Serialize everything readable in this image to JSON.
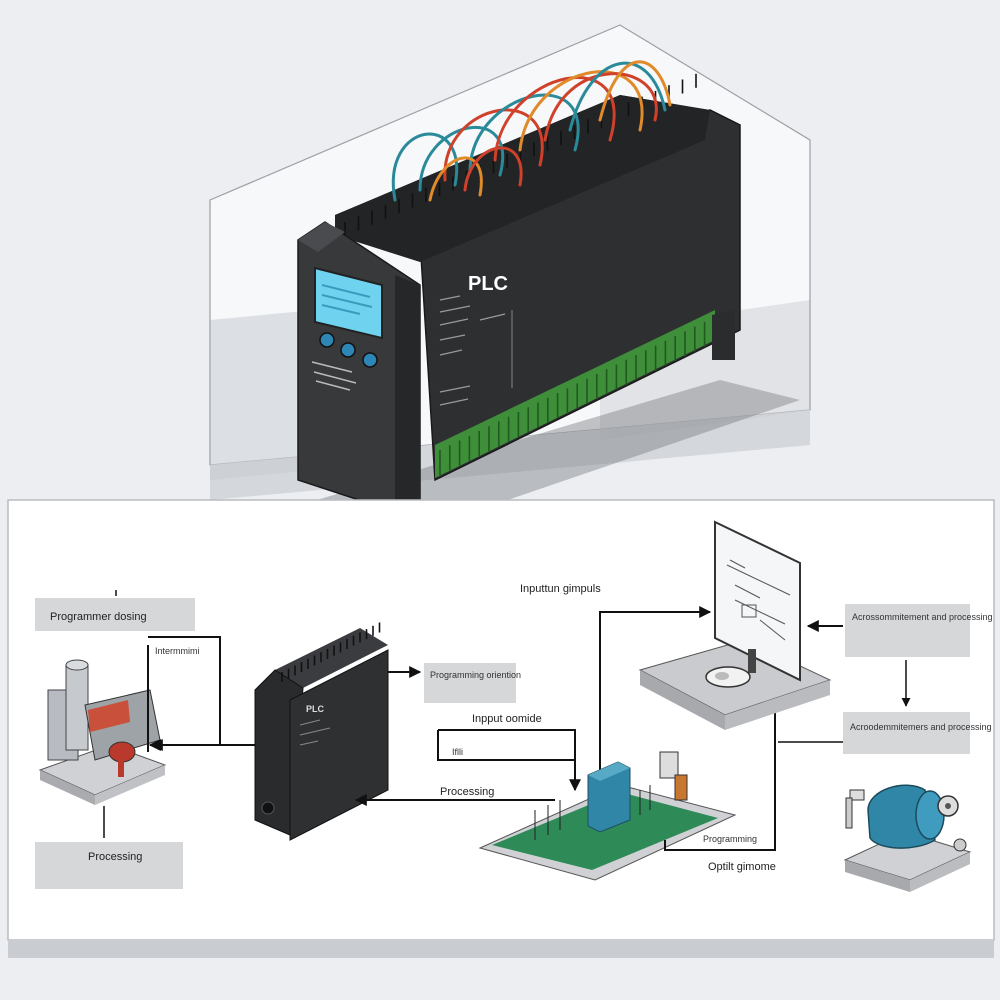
{
  "plc_title": "PLC",
  "plc_small_title": "PLC",
  "labels": {
    "top_center": "Inputtun gimpuls",
    "left_top": "Programmer dosing",
    "left_mid": "Intermmimi",
    "left_bottom": "Processing",
    "center_right_box": "Programming oriention",
    "input_note": "Inpput oomide",
    "input_small": "Iflli",
    "processing": "Processing",
    "right_top": "Acrossommitement and processing",
    "right_mid": "Acroodemmitemers and processing",
    "output_small": "Programming",
    "output_main": "Optilt gimome"
  },
  "colors": {
    "accent_screen": "#6fd3f0",
    "plc_body": "#2e2f31",
    "terminal_green": "#3f8f3a",
    "board_green": "#2e8b57",
    "motor_blue": "#2f86a6",
    "wire_red": "#d0412b",
    "wire_teal": "#2a8a9a",
    "wire_orange": "#e08a2a"
  },
  "icons": [
    "plc-controller-icon",
    "lcd-screen-icon",
    "monitor-icon",
    "mouse-icon",
    "motor-icon",
    "machine-icon",
    "circuit-board-icon"
  ]
}
